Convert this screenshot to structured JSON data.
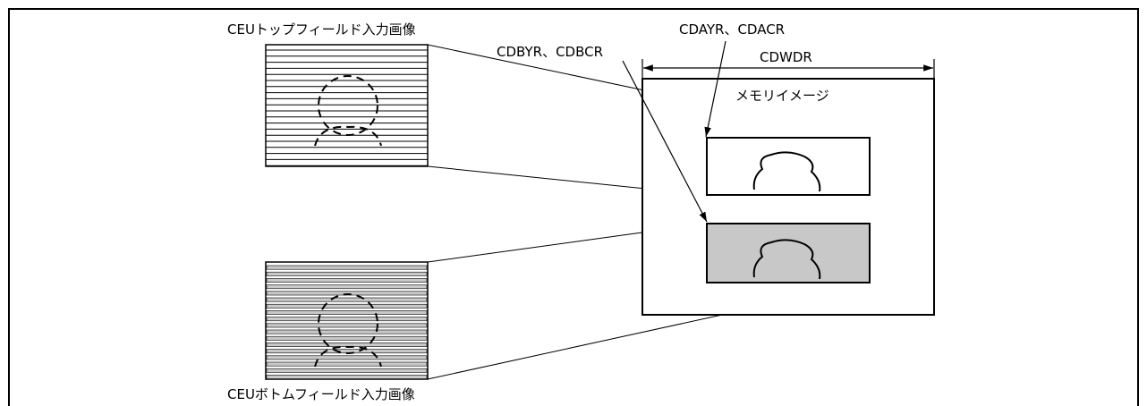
{
  "diagram": {
    "labels": {
      "top_field_image": "CEUトップフィールド入力画像",
      "bottom_field_image": "CEUボトムフィールド入力画像",
      "cdayr_cdacr": "CDAYR、CDACR",
      "cdbyr_cdbcr": "CDBYR、CDBCR",
      "cdwdr": "CDWDR",
      "memory_image": "メモリイメージ"
    },
    "colors": {
      "line": "#000000",
      "bottom_fill": "#c8c8c8",
      "background": "#ffffff"
    }
  }
}
